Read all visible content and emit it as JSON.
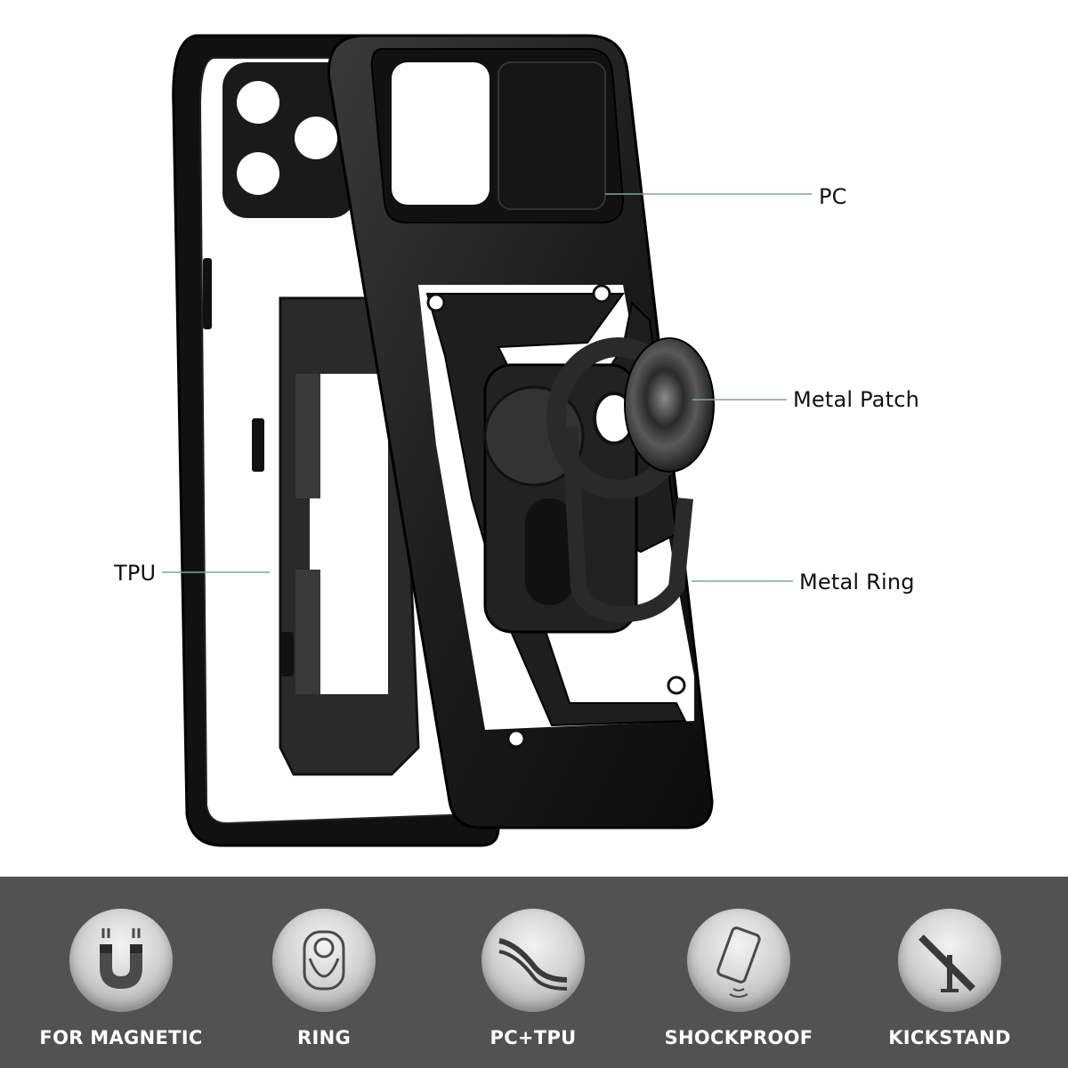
{
  "callouts": {
    "pc": "PC",
    "metal_patch": "Metal Patch",
    "tpu": "TPU",
    "metal_ring": "Metal Ring"
  },
  "features": [
    {
      "label": "FOR MAGNETIC",
      "icon": "magnet-icon"
    },
    {
      "label": "RING",
      "icon": "ring-icon"
    },
    {
      "label": "PC+TPU",
      "icon": "pc-tpu-layers-icon"
    },
    {
      "label": "SHOCKPROOF",
      "icon": "shockproof-phone-icon"
    },
    {
      "label": "KICKSTAND",
      "icon": "kickstand-icon"
    }
  ],
  "colors": {
    "case": "#1a1a1a",
    "leader_line": "#7fa6a0",
    "feature_bar": "#525252",
    "feature_text": "#ffffff"
  }
}
